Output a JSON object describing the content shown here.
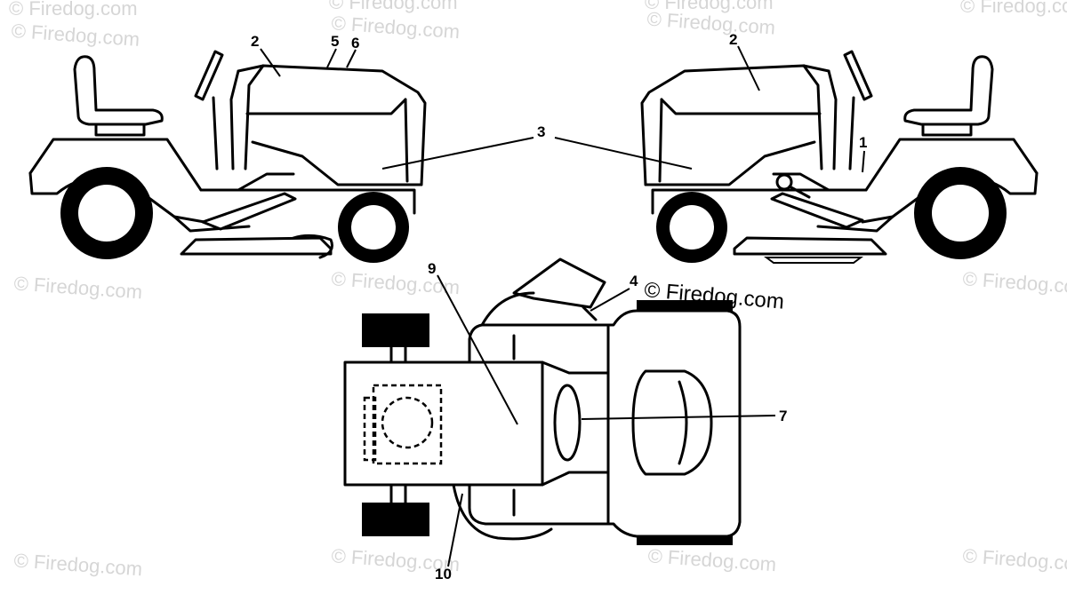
{
  "watermark": "© Firedog.com",
  "callouts": {
    "c1": "1",
    "c2": "2",
    "c3": "3",
    "c4": "4",
    "c5": "5",
    "c6": "6",
    "c7": "7",
    "c9": "9",
    "c10": "10"
  }
}
